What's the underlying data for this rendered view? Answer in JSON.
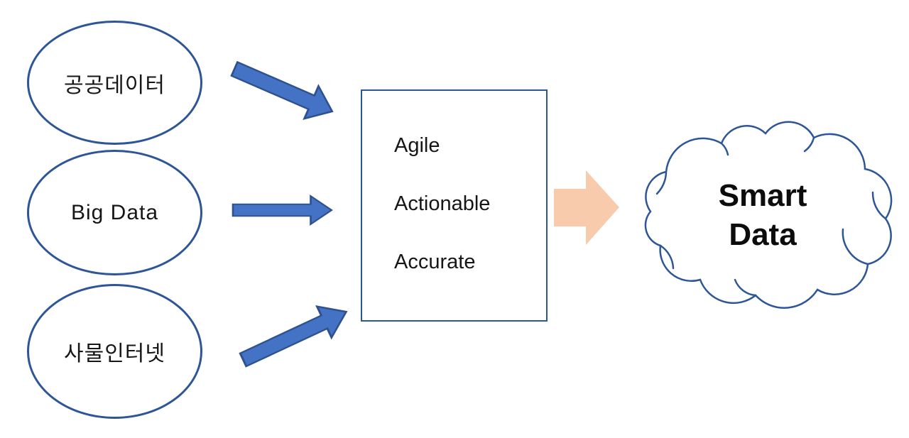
{
  "title": "Data sources to Smart Data flow diagram",
  "colors": {
    "shape_outline": "#2E5697",
    "arrow_fill": "#4472C4",
    "arrow_outline": "#2F528F",
    "big_arrow_fill": "#F8CBAD",
    "text": "#161616",
    "background": "#FFFFFF"
  },
  "sources": [
    {
      "label": "공공데이터"
    },
    {
      "label": "Big Data"
    },
    {
      "label": "사물인터넷"
    }
  ],
  "criteria_box": {
    "items": [
      "Agile",
      "Actionable",
      "Accurate"
    ]
  },
  "cloud": {
    "line1": "Smart",
    "line2": "Data"
  }
}
